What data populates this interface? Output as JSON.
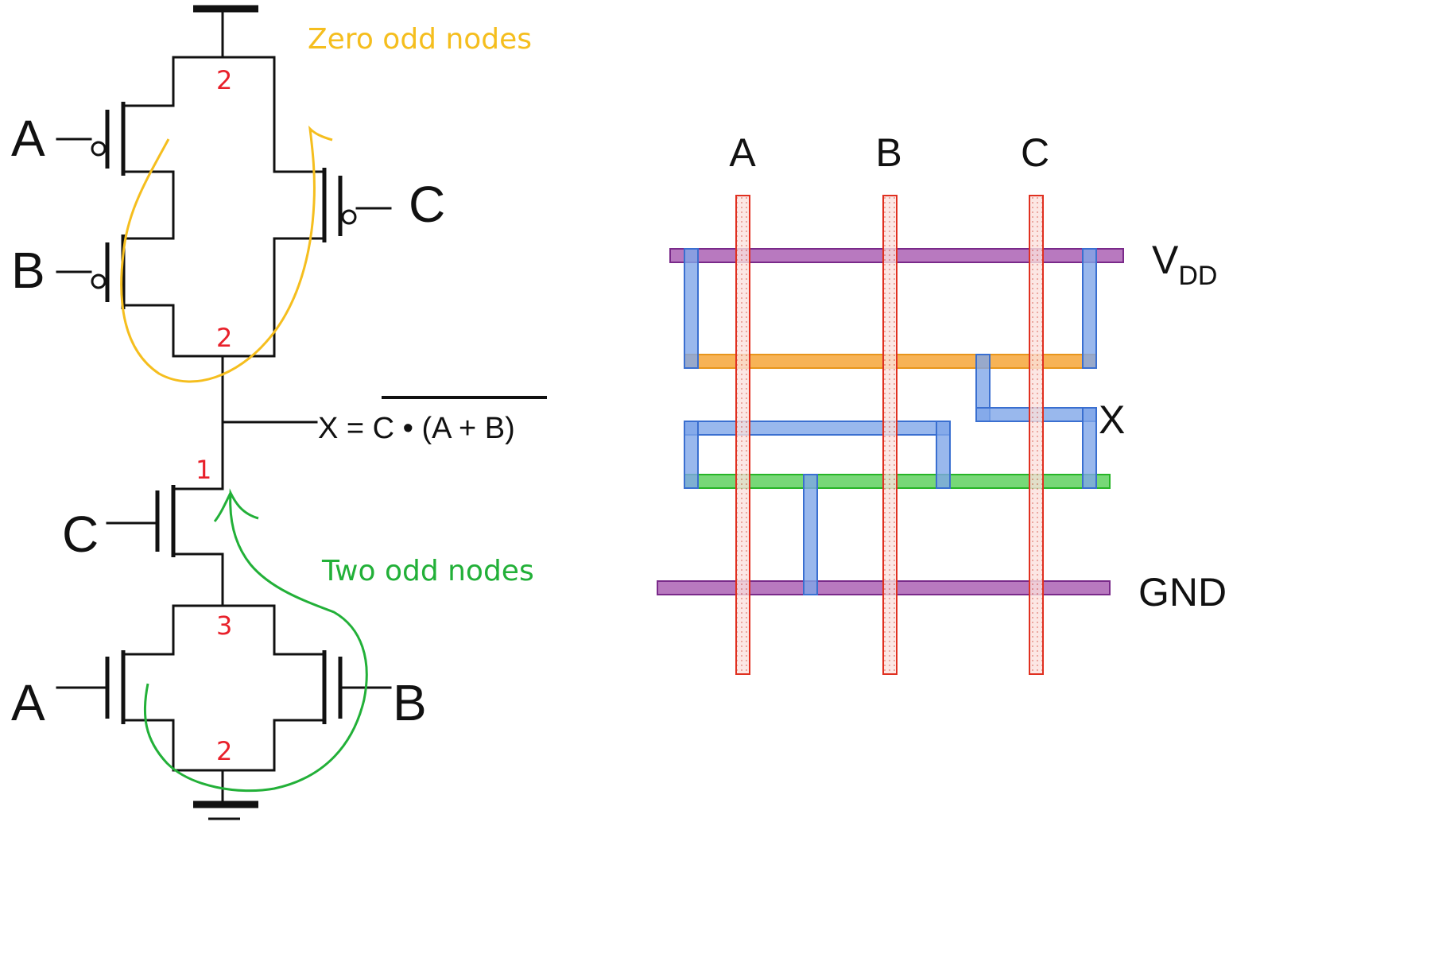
{
  "schematic": {
    "pmos_note": "Zero odd nodes",
    "nmos_note": "Two odd nodes",
    "output_lhs": "X = ",
    "output_rhs": "C • (A + B)",
    "node_counts": {
      "pmos_top": "2",
      "pmos_bottom": "2",
      "output": "1",
      "nmos_mid": "3",
      "nmos_bottom": "2"
    },
    "inputs": {
      "pmos_a": "A",
      "pmos_b": "B",
      "pmos_c": "C",
      "nmos_c": "C",
      "nmos_a": "A",
      "nmos_b": "B"
    }
  },
  "stick": {
    "columns": [
      "A",
      "B",
      "C"
    ],
    "rails": {
      "vdd": "V",
      "vdd_sub": "DD",
      "gnd": "GND",
      "output": "X"
    }
  },
  "colors": {
    "pmos_note": "#f5be1e",
    "nmos_note": "#22b038",
    "node_count": "#e8202a",
    "poly": "#e03020",
    "metal": "#8e3a9e",
    "diff_blue": "#4a7fd6",
    "pdiff": "#f0a030",
    "ndiff": "#3ec63e"
  }
}
